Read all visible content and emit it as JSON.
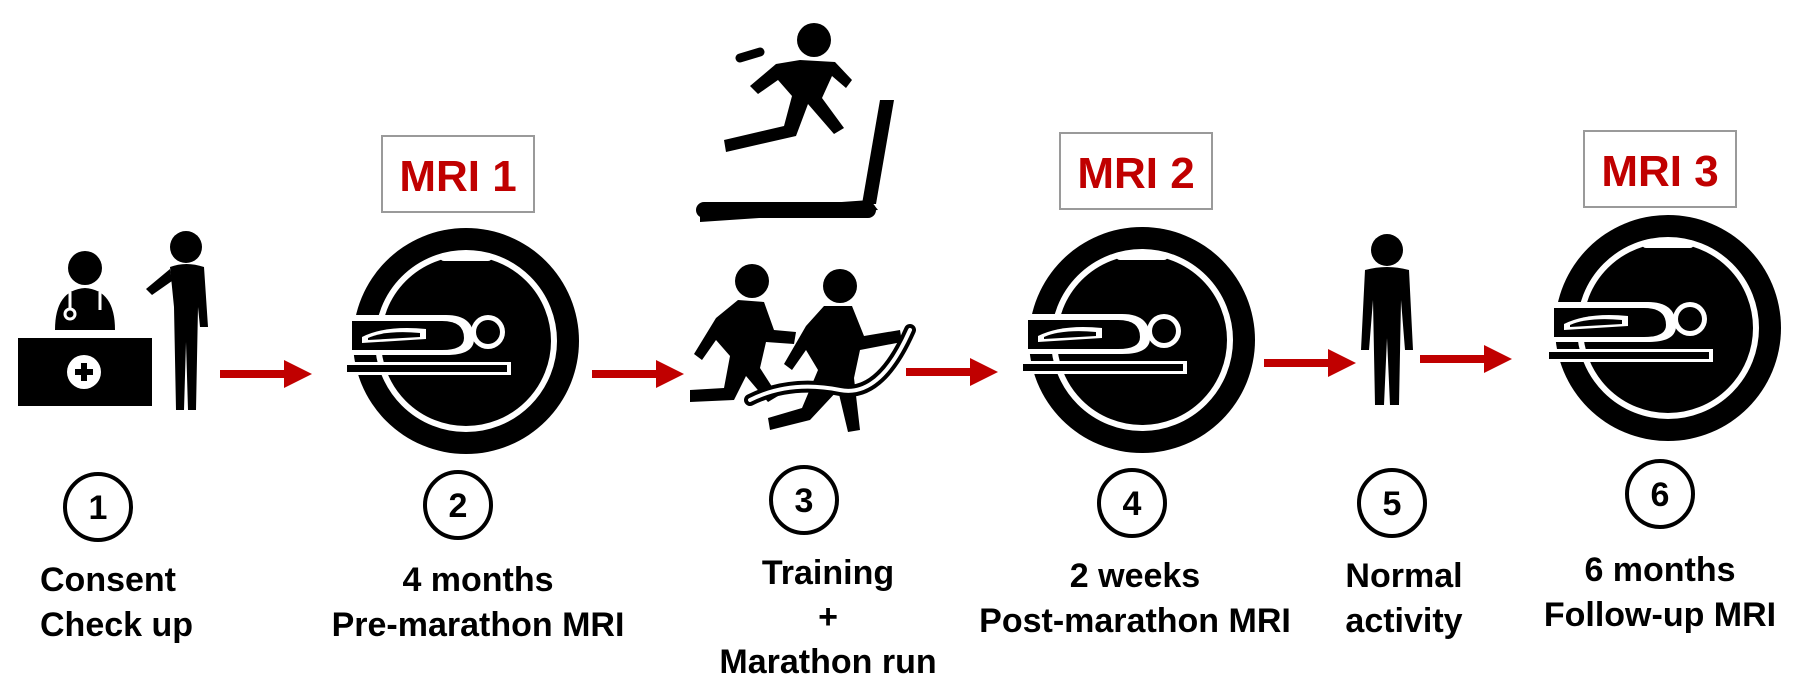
{
  "colors": {
    "ink": "#000000",
    "accent": "#C00000",
    "box_border": "#9a9a9a"
  },
  "icons": [
    "doctor-desk-icon",
    "person-icon",
    "mri-scanner-icon",
    "treadmill-runner-icon",
    "marathon-runners-icon",
    "arrow-right-icon"
  ],
  "mri_labels": [
    "MRI 1",
    "MRI 2",
    "MRI 3"
  ],
  "steps": [
    {
      "num": "1",
      "lines": [
        "Consent",
        "Check up"
      ]
    },
    {
      "num": "2",
      "lines": [
        "4 months",
        "Pre-marathon MRI"
      ]
    },
    {
      "num": "3",
      "lines": [
        "Training",
        "+",
        "Marathon run"
      ]
    },
    {
      "num": "4",
      "lines": [
        "2 weeks",
        "Post-marathon MRI"
      ]
    },
    {
      "num": "5",
      "lines": [
        "Normal",
        "activity"
      ]
    },
    {
      "num": "6",
      "lines": [
        "6 months",
        "Follow-up MRI"
      ]
    }
  ]
}
